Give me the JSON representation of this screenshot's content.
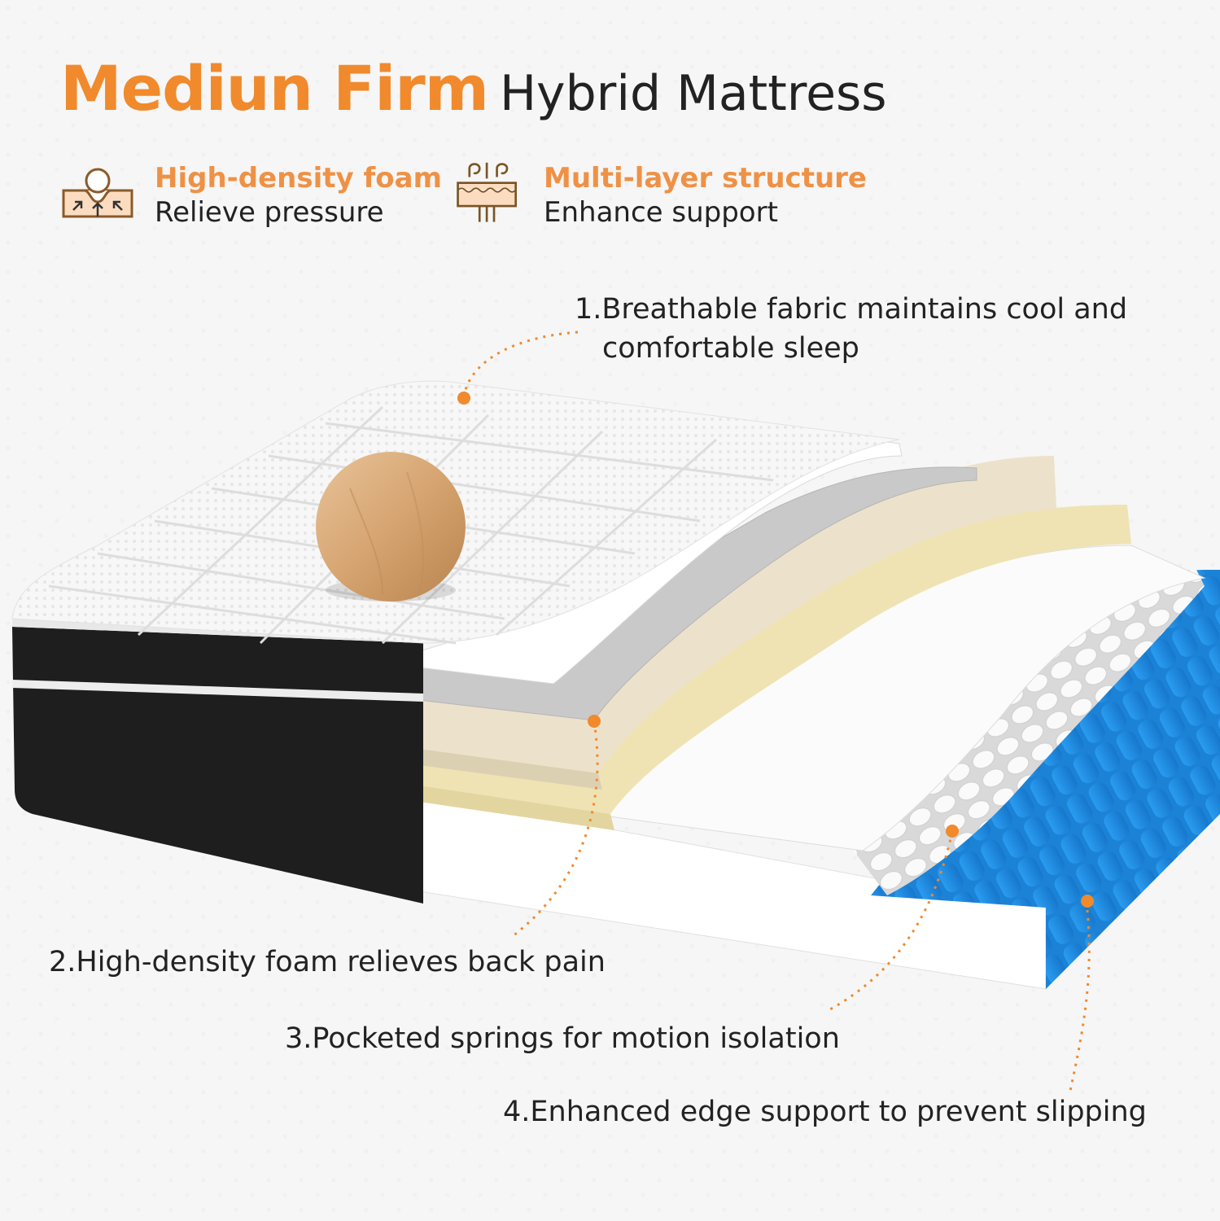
{
  "header": {
    "title_accent": "Mediun Firm",
    "title_rest": "Hybrid Mattress"
  },
  "features": [
    {
      "icon": "pressure-relief-icon",
      "heading": "High-density foam",
      "subtext": "Relieve pressure"
    },
    {
      "icon": "multi-layer-icon",
      "heading": "Multi-layer structure",
      "subtext": "Enhance support"
    }
  ],
  "callouts": [
    {
      "line1": "1.Breathable fabric maintains cool and",
      "line2": "comfortable sleep"
    },
    {
      "text": "2.High-density foam relieves back pain"
    },
    {
      "text": "3.Pocketed springs for motion isolation"
    },
    {
      "text": "4.Enhanced edge support to prevent slipping"
    }
  ],
  "layers": [
    "Quilted breathable top cover",
    "Soft white comfort layer",
    "Grey gel foam",
    "Beige high-density foam",
    "Yellow support foam",
    "Pocketed spring core",
    "Edge support foam border"
  ],
  "colors": {
    "accent": "#f08a2c",
    "text": "#222222",
    "background": "#f6f6f6",
    "cover_black": "#1e1e1e",
    "foam_grey": "#c8c8c8",
    "foam_beige": "#e9dfc6",
    "foam_yellow": "#efe3b4",
    "spring_blue": "#1e8fe8"
  }
}
